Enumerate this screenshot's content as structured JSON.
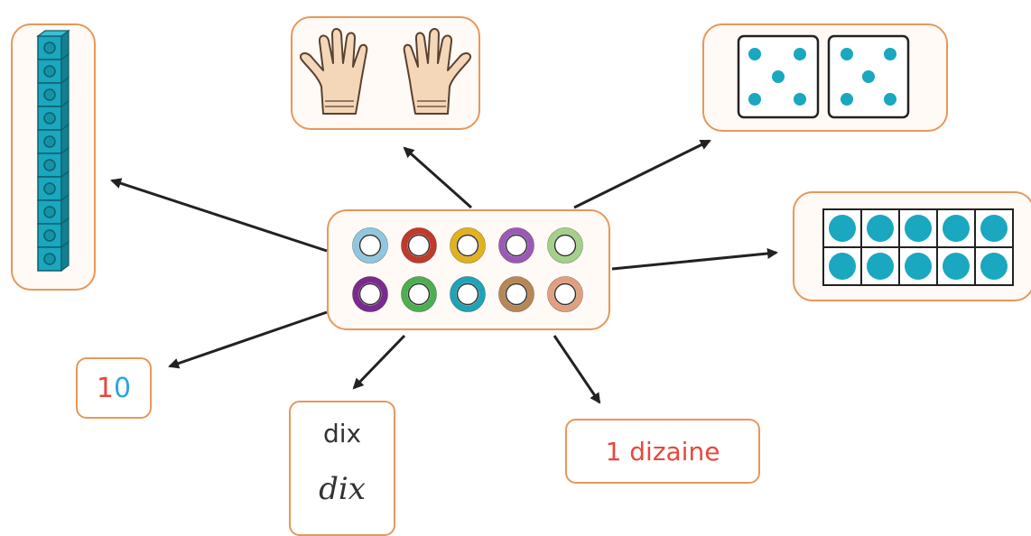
{
  "labels": {
    "numeral_tens_digit": "1",
    "numeral_units_digit": "0",
    "word_print": "dix",
    "word_cursive": "dix",
    "tens_label": "1 dizaine"
  },
  "colors": {
    "box_border": "#e8975a",
    "numeral_tens": "#e8473c",
    "numeral_units": "#2aa8d8",
    "dizaine_text": "#e8473c",
    "dot": "#1aa7c0",
    "cube": "#1b8a9a",
    "skin": "#f4d7b8",
    "arrow": "#222222"
  },
  "rings": [
    {
      "color": "#8fc7e0"
    },
    {
      "color": "#c0392b"
    },
    {
      "color": "#e1b21d"
    },
    {
      "color": "#9b59b6"
    },
    {
      "color": "#a5d08a"
    },
    {
      "color": "#7b2b8f"
    },
    {
      "color": "#4caf50"
    },
    {
      "color": "#1ea3b8"
    },
    {
      "color": "#b78756"
    },
    {
      "color": "#e0a080"
    }
  ]
}
